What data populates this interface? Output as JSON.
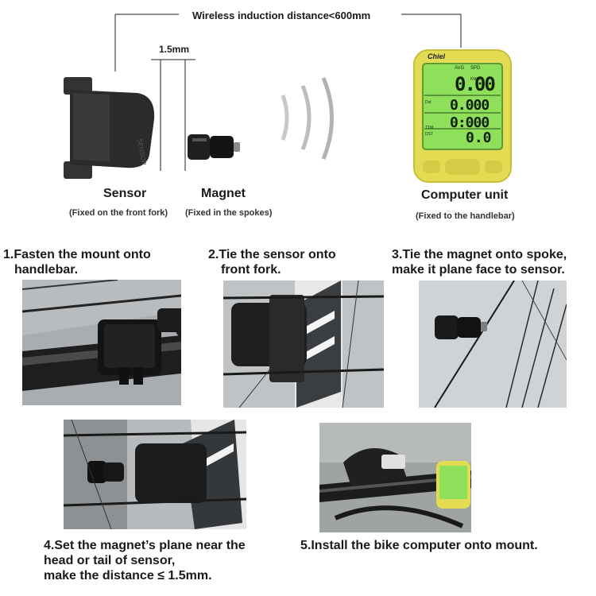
{
  "diagram": {
    "distance_label": "Wireless induction distance<600mm",
    "gap_label": "1.5mm",
    "sensor": {
      "name": "Sensor",
      "note": "(Fixed on the front fork)"
    },
    "magnet": {
      "name": "Magnet",
      "note": "(Fixed in the spokes)"
    },
    "computer": {
      "name": "Computer unit",
      "note": "(Fixed to the handlebar)"
    },
    "device_screen": {
      "brand": "Chiel",
      "avg": "AVG",
      "spd": "SPD",
      "kmh": "KM/H",
      "dst_tag": "Dst",
      "tm_tag": "TTM",
      "odo_tag": "DST",
      "speed": "0.00",
      "trip": "0.000",
      "time": "0:000",
      "odo": "0.0"
    },
    "colors": {
      "device_body": "#e3dc52",
      "screen": "#8ee05a",
      "sensor": "#2b2b2b"
    }
  },
  "steps": [
    {
      "line1": "1.Fasten the mount onto",
      "line2": "handlebar."
    },
    {
      "line1": "2.Tie the sensor onto",
      "line2": "front fork."
    },
    {
      "line1": "3.Tie the magnet onto spoke,",
      "line2": "make it plane face to sensor."
    },
    {
      "line1": "4.Set the magnet’s plane near the",
      "line2": "head or tail of sensor,",
      "line3": "make the distance ≤ 1.5mm."
    },
    {
      "line1": "5.Install the bike computer onto mount."
    }
  ]
}
